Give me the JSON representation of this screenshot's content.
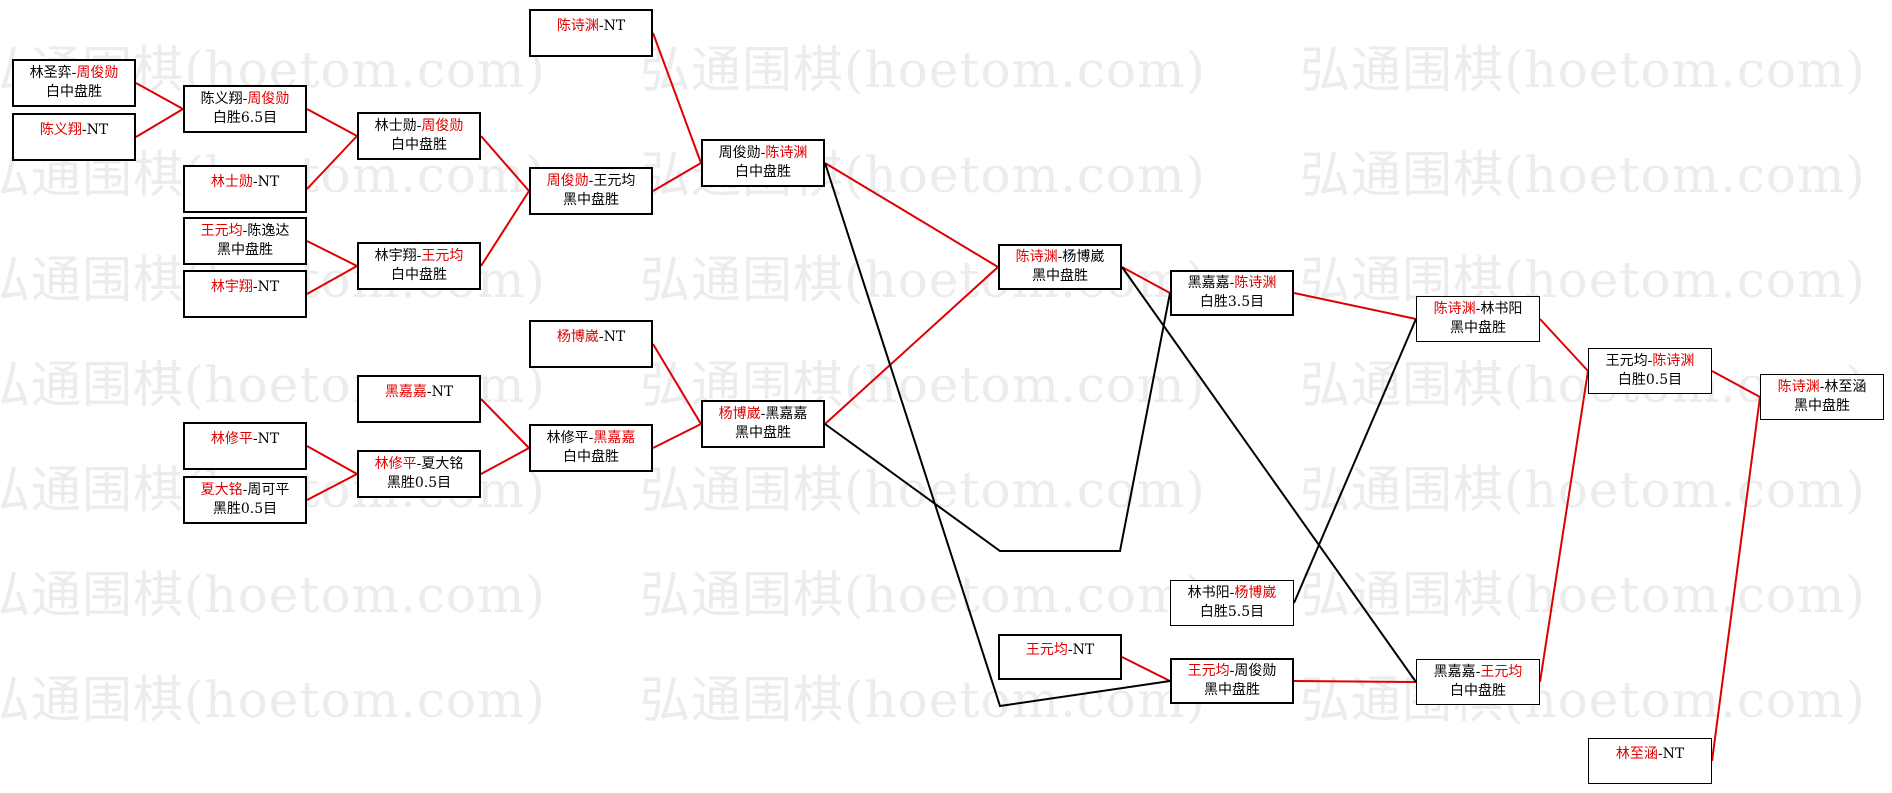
{
  "watermark": "弘通围棋(hoetom.com)",
  "colors": {
    "winner": "#e00000",
    "loser_line": "#000000"
  },
  "matches": [
    {
      "id": "r1m1",
      "p1": "林圣弈",
      "p2": "周俊勋",
      "winner": 2,
      "result": "白中盘胜"
    },
    {
      "id": "r1m2",
      "p1": "陈义翔",
      "p2": "NT",
      "winner": 1,
      "result": ""
    },
    {
      "id": "r1m3",
      "p1": "林士勋",
      "p2": "NT",
      "winner": 1,
      "result": ""
    },
    {
      "id": "r1m4",
      "p1": "王元均",
      "p2": "陈逸达",
      "winner": 1,
      "result": "黑中盘胜"
    },
    {
      "id": "r1m5",
      "p1": "林宇翔",
      "p2": "NT",
      "winner": 1,
      "result": ""
    },
    {
      "id": "r1m6",
      "p1": "林修平",
      "p2": "NT",
      "winner": 1,
      "result": ""
    },
    {
      "id": "r1m7",
      "p1": "夏大铭",
      "p2": "周可平",
      "winner": 1,
      "result": "黑胜0.5目"
    },
    {
      "id": "r2m1",
      "p1": "陈义翔",
      "p2": "周俊勋",
      "winner": 2,
      "result": "白胜6.5目"
    },
    {
      "id": "r2m2",
      "p1": "林士勋",
      "p2": "周俊勋",
      "winner": 2,
      "result": "白中盘胜"
    },
    {
      "id": "r2m3",
      "p1": "林宇翔",
      "p2": "王元均",
      "winner": 2,
      "result": "白中盘胜"
    },
    {
      "id": "r2m4",
      "p1": "黑嘉嘉",
      "p2": "NT",
      "winner": 1,
      "result": ""
    },
    {
      "id": "r2m5",
      "p1": "林修平",
      "p2": "夏大铭",
      "winner": 1,
      "result": "黑胜0.5目"
    },
    {
      "id": "r3m1",
      "p1": "陈诗渊",
      "p2": "NT",
      "winner": 1,
      "result": ""
    },
    {
      "id": "r3m2",
      "p1": "周俊勋",
      "p2": "王元均",
      "winner": 1,
      "result": "黑中盘胜"
    },
    {
      "id": "r3m3",
      "p1": "杨博崴",
      "p2": "NT",
      "winner": 1,
      "result": ""
    },
    {
      "id": "r3m4",
      "p1": "林修平",
      "p2": "黑嘉嘉",
      "winner": 2,
      "result": "白中盘胜"
    },
    {
      "id": "r4m1",
      "p1": "周俊勋",
      "p2": "陈诗渊",
      "winner": 2,
      "result": "白中盘胜"
    },
    {
      "id": "r4m2",
      "p1": "杨博崴",
      "p2": "黑嘉嘉",
      "winner": 1,
      "result": "黑中盘胜"
    },
    {
      "id": "r5m1",
      "p1": "陈诗渊",
      "p2": "杨博崴",
      "winner": 1,
      "result": "黑中盘胜"
    },
    {
      "id": "r5m2",
      "p1": "王元均",
      "p2": "NT",
      "winner": 1,
      "result": ""
    },
    {
      "id": "r6m1",
      "p1": "黑嘉嘉",
      "p2": "陈诗渊",
      "winner": 2,
      "result": "白胜3.5目"
    },
    {
      "id": "r6m2",
      "p1": "林书阳",
      "p2": "杨博崴",
      "winner": 2,
      "result": "白胜5.5目"
    },
    {
      "id": "r6m3",
      "p1": "王元均",
      "p2": "周俊勋",
      "winner": 1,
      "result": "黑中盘胜"
    },
    {
      "id": "r7m1",
      "p1": "陈诗渊",
      "p2": "林书阳",
      "winner": 1,
      "result": "黑中盘胜"
    },
    {
      "id": "r7m2",
      "p1": "黑嘉嘉",
      "p2": "王元均",
      "winner": 2,
      "result": "白中盘胜"
    },
    {
      "id": "r8m1",
      "p1": "王元均",
      "p2": "陈诗渊",
      "winner": 2,
      "result": "白胜0.5目"
    },
    {
      "id": "r8m2",
      "p1": "林至涵",
      "p2": "NT",
      "winner": 1,
      "result": ""
    },
    {
      "id": "r9m1",
      "p1": "陈诗渊",
      "p2": "林至涵",
      "winner": 1,
      "result": "黑中盘胜"
    }
  ],
  "links": [
    {
      "from": "r1m1",
      "to": "r2m1",
      "kind": "winner"
    },
    {
      "from": "r1m2",
      "to": "r2m1",
      "kind": "winner"
    },
    {
      "from": "r2m1",
      "to": "r2m2",
      "kind": "winner"
    },
    {
      "from": "r1m3",
      "to": "r2m2",
      "kind": "winner"
    },
    {
      "from": "r1m4",
      "to": "r2m3",
      "kind": "winner"
    },
    {
      "from": "r1m5",
      "to": "r2m3",
      "kind": "winner"
    },
    {
      "from": "r2m2",
      "to": "r3m2",
      "kind": "winner"
    },
    {
      "from": "r2m3",
      "to": "r3m2",
      "kind": "winner"
    },
    {
      "from": "r1m6",
      "to": "r2m5",
      "kind": "winner"
    },
    {
      "from": "r1m7",
      "to": "r2m5",
      "kind": "winner"
    },
    {
      "from": "r2m4",
      "to": "r3m4",
      "kind": "winner"
    },
    {
      "from": "r2m5",
      "to": "r3m4",
      "kind": "winner"
    },
    {
      "from": "r3m1",
      "to": "r4m1",
      "kind": "winner"
    },
    {
      "from": "r3m2",
      "to": "r4m1",
      "kind": "winner"
    },
    {
      "from": "r3m3",
      "to": "r4m2",
      "kind": "winner"
    },
    {
      "from": "r3m4",
      "to": "r4m2",
      "kind": "winner"
    },
    {
      "from": "r4m1",
      "to": "r5m1",
      "kind": "winner"
    },
    {
      "from": "r4m2",
      "to": "r5m1",
      "kind": "winner"
    },
    {
      "from": "r5m1",
      "to": "r6m1",
      "kind": "winner"
    },
    {
      "from": "r5m2",
      "to": "r6m3",
      "kind": "winner"
    },
    {
      "from": "r6m1",
      "to": "r7m1",
      "kind": "winner"
    },
    {
      "from": "r6m3",
      "to": "r7m2",
      "kind": "winner"
    },
    {
      "from": "r7m1",
      "to": "r8m1",
      "kind": "winner"
    },
    {
      "from": "r7m2",
      "to": "r8m1",
      "kind": "winner"
    },
    {
      "from": "r8m1",
      "to": "r9m1",
      "kind": "winner"
    },
    {
      "from": "r8m2",
      "to": "r9m1",
      "kind": "winner"
    },
    {
      "from": "r4m1",
      "to": "r6m3",
      "kind": "loser"
    },
    {
      "from": "r4m2",
      "to": "r6m1",
      "kind": "loser"
    },
    {
      "from": "r5m1",
      "to": "r7m2",
      "kind": "loser"
    },
    {
      "from": "r6m2",
      "to": "r7m1",
      "kind": "loser"
    }
  ]
}
